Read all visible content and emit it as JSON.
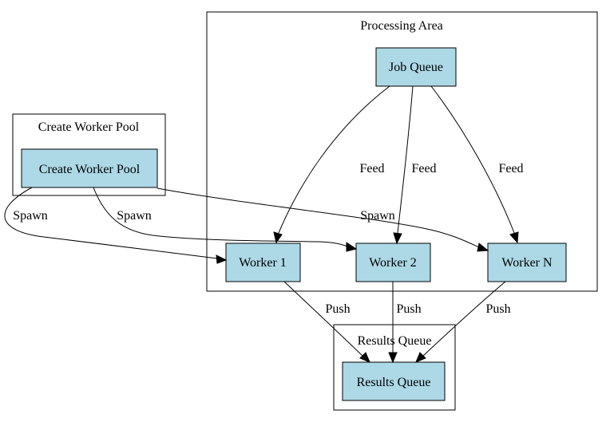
{
  "clusters": {
    "pool": "Create Worker Pool",
    "processing": "Processing Area",
    "results": "Results Queue"
  },
  "nodes": {
    "create_pool": "Create Worker Pool",
    "job_queue": "Job Queue",
    "worker1": "Worker 1",
    "worker2": "Worker 2",
    "workerN": "Worker N",
    "results_queue": "Results Queue"
  },
  "edges": {
    "spawn1": "Spawn",
    "spawn2": "Spawn",
    "spawnN": "Spawn",
    "feed1": "Feed",
    "feed2": "Feed",
    "feedN": "Feed",
    "push1": "Push",
    "push2": "Push",
    "pushN": "Push"
  },
  "colors": {
    "node_fill": "#add8e6",
    "stroke": "#000000"
  }
}
